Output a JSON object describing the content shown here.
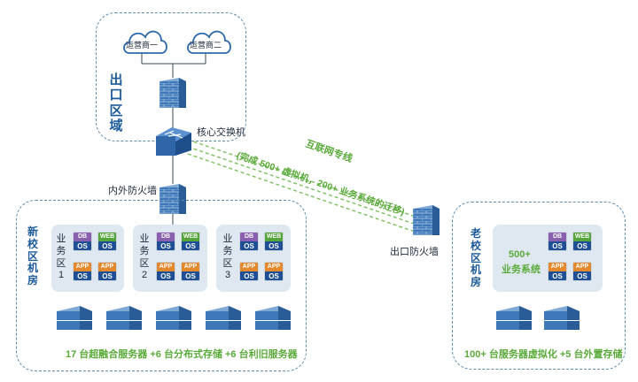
{
  "colors": {
    "db": "#8a5fb0",
    "web": "#55a63a",
    "app": "#e3892d",
    "os": "#1e4f95",
    "accent_green": "#5aaa3a",
    "title_blue": "#1d5a9a"
  },
  "clouds": [
    {
      "label": "运营商一"
    },
    {
      "label": "运营商二"
    }
  ],
  "exit_area": {
    "label": "出口区域"
  },
  "core_switch": {
    "label": "核心交换机"
  },
  "inner_firewall": {
    "label": "内外防火墙"
  },
  "exit_firewall": {
    "label": "出口防火墙"
  },
  "dedicated_line": {
    "title": "互联网专线",
    "subtitle": "(完成 500+ 虚拟机，200+ 业务系统的迁移)"
  },
  "new_campus": {
    "label": "新校区机房",
    "zones": [
      {
        "label": "业务区",
        "num": "1"
      },
      {
        "label": "业务区",
        "num": "2"
      },
      {
        "label": "业务区",
        "num": "3"
      }
    ],
    "chips": {
      "db": "DB",
      "web": "WEB",
      "app": "APP",
      "os": "OS"
    },
    "caption": "17 台超融合服务器 +6 台分布式存储 +6 台利旧服务器"
  },
  "old_campus": {
    "label": "老校区机房",
    "zone_title": "500+",
    "zone_subtitle": "业务系统",
    "caption": "100+ 台服务器虚拟化 +5 台外置存储"
  }
}
